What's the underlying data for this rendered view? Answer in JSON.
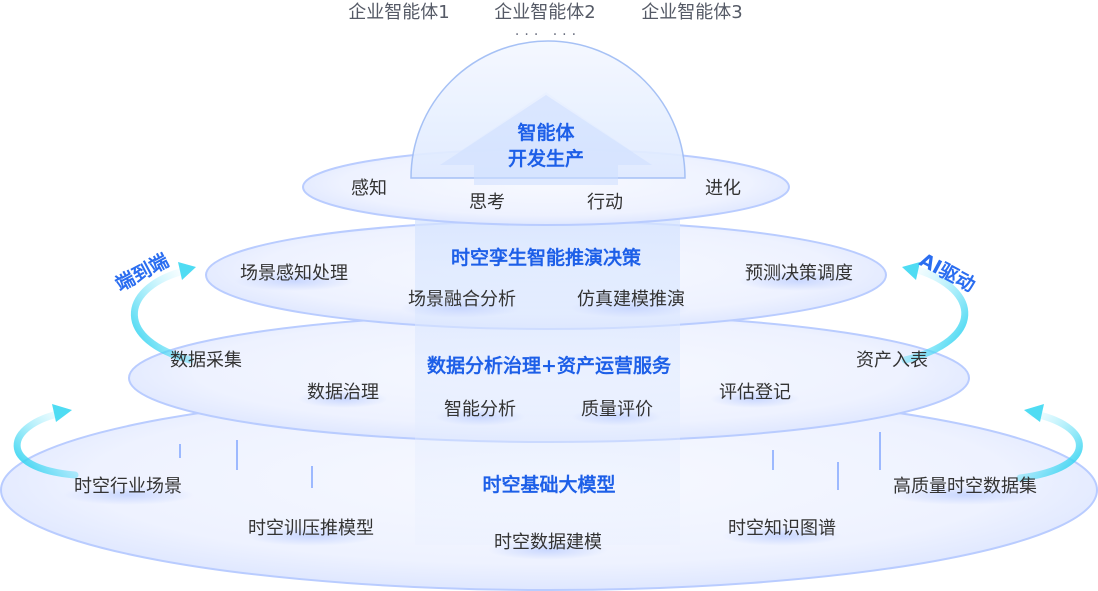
{
  "agents": [
    "企业智能体1",
    "企业智能体2",
    "企业智能体3"
  ],
  "agents_more": "··· ···",
  "apex": {
    "title_line1": "智能体",
    "title_line2": "开发生产",
    "items": [
      "感知",
      "思考",
      "行动",
      "进化"
    ]
  },
  "layer2": {
    "title": "时空孪生智能推演决策",
    "items": [
      "场景感知处理",
      "场景融合分析",
      "仿真建模推演",
      "预测决策调度"
    ]
  },
  "layer3": {
    "title": "数据分析治理+资产运营服务",
    "items": [
      "数据采集",
      "数据治理",
      "智能分析",
      "质量评价",
      "评估登记",
      "资产入表"
    ]
  },
  "layer4": {
    "title": "时空基础大模型",
    "items": [
      "时空行业场景",
      "时空训压推模型",
      "时空数据建模",
      "时空知识图谱",
      "高质量时空数据集"
    ]
  },
  "left_side": "端到端",
  "right_side": "AI驱动",
  "colors": {
    "accent": "#1d5fe8",
    "cyan": "#2fd3f0",
    "disk": "#eaf0ff",
    "rim": "#a8beff"
  }
}
